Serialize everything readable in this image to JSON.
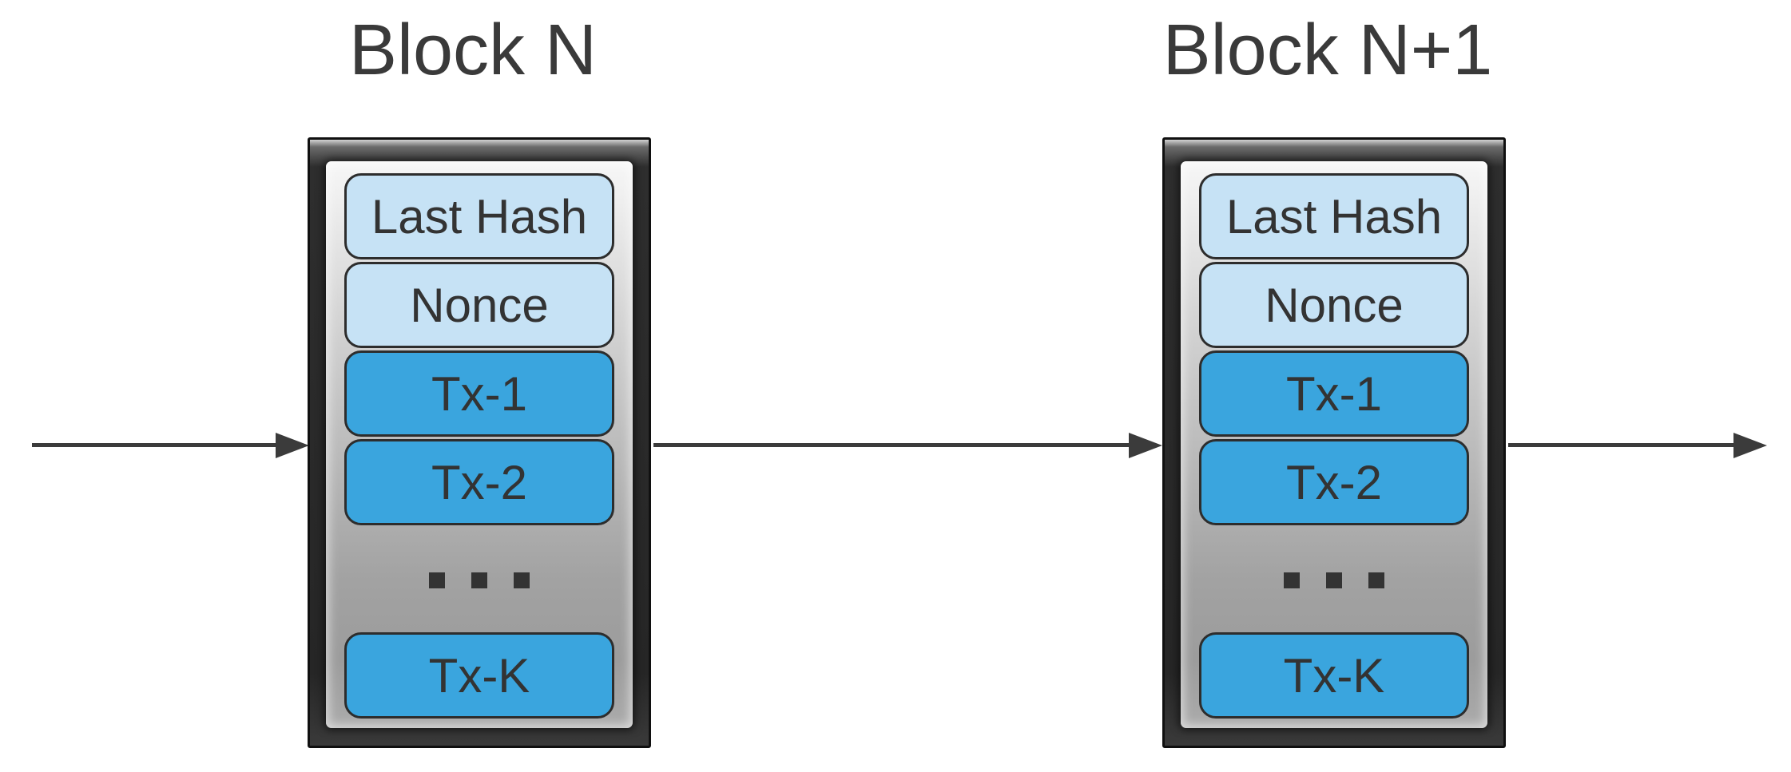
{
  "diagram": {
    "kind": "blockchain-structure",
    "background": "#ffffff",
    "colors": {
      "title_text": "#3a3a3a",
      "cell_text": "#333333",
      "metadata_fill": "#c6e2f5",
      "transaction_fill": "#3aa5de",
      "cell_border": "#2d2d2d",
      "frame_dark": "#262626",
      "panel_light": "#f7f7f7",
      "panel_shade": "#9c9c9c",
      "arrow": "#3b3b3b"
    },
    "blocks": [
      {
        "title": "Block N",
        "cells": [
          {
            "label": "Last Hash",
            "kind": "metadata"
          },
          {
            "label": "Nonce",
            "kind": "metadata"
          },
          {
            "label": "Tx-1",
            "kind": "transaction"
          },
          {
            "label": "Tx-2",
            "kind": "transaction"
          }
        ],
        "ellipsis": "...",
        "tail": {
          "label": "Tx-K",
          "kind": "transaction"
        }
      },
      {
        "title": "Block N+1",
        "cells": [
          {
            "label": "Last Hash",
            "kind": "metadata"
          },
          {
            "label": "Nonce",
            "kind": "metadata"
          },
          {
            "label": "Tx-1",
            "kind": "transaction"
          },
          {
            "label": "Tx-2",
            "kind": "transaction"
          }
        ],
        "ellipsis": "...",
        "tail": {
          "label": "Tx-K",
          "kind": "transaction"
        }
      }
    ],
    "arrows": [
      {
        "name": "arrow-into-block-n",
        "direction": "right"
      },
      {
        "name": "arrow-block-n-to-block-n1",
        "direction": "right"
      },
      {
        "name": "arrow-out-of-block-n1",
        "direction": "right"
      }
    ]
  }
}
